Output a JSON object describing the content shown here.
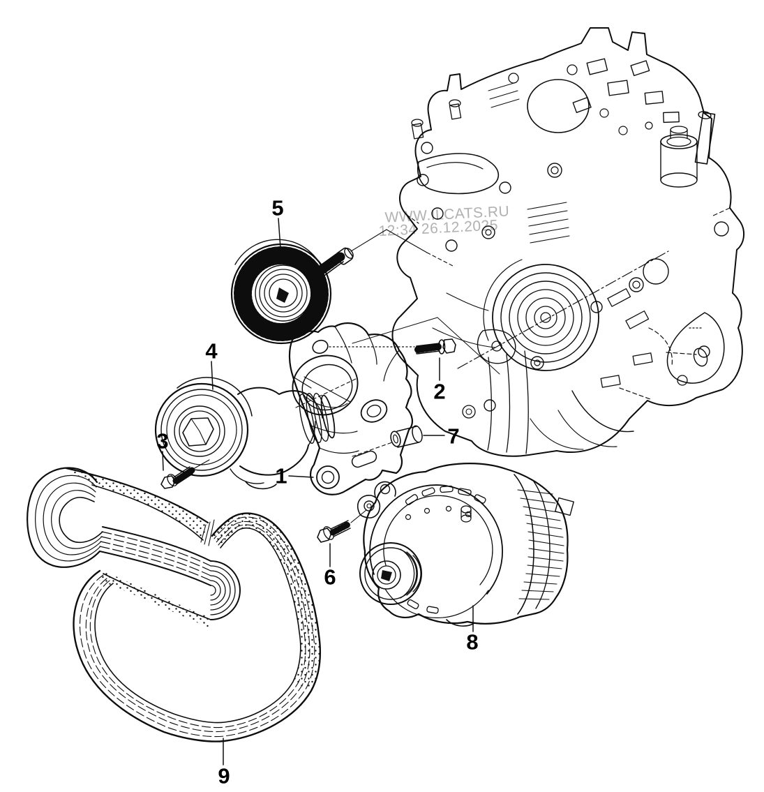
{
  "diagram": {
    "kind": "exploded-parts-diagram",
    "subject": "belt-drive-and-alternator-mounting",
    "background": "#ffffff",
    "line_color": "#000000"
  },
  "watermark": {
    "line1": "WWW.ILCATS.RU",
    "line2": "12:34 26.12.2025",
    "color": "#b2b2b2"
  },
  "callouts": [
    {
      "number": "1",
      "part": "mounting-bracket"
    },
    {
      "number": "2",
      "part": "hex-flange-bolt"
    },
    {
      "number": "3",
      "part": "hex-bolt"
    },
    {
      "number": "4",
      "part": "belt-tensioner"
    },
    {
      "number": "5",
      "part": "idler-pulley-with-bolt"
    },
    {
      "number": "6",
      "part": "hex-flange-bolt"
    },
    {
      "number": "7",
      "part": "spacer-bushing"
    },
    {
      "number": "8",
      "part": "alternator"
    },
    {
      "number": "9",
      "part": "ribbed-v-belt"
    }
  ]
}
